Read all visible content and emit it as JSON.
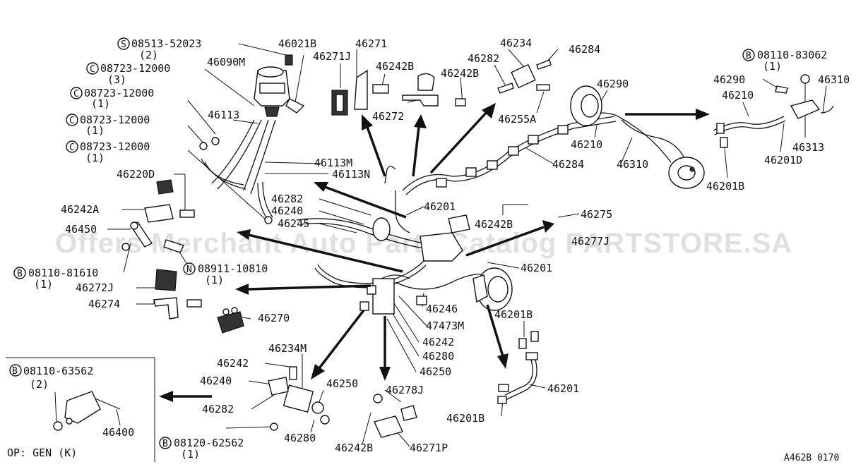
{
  "watermark": "Offers Merchant Auto Parts Catalog PARTSTORE.SA",
  "diagram_code": "A462B 0170",
  "inset": {
    "label_prefix": "B",
    "label": "08110-63562",
    "qty": "(2)",
    "part": "46400",
    "note": "OP: GEN (K)"
  },
  "labels": {
    "s08513": "08513-52023",
    "s08513_q": "(2)",
    "p46021B": "46021B",
    "p46271": "46271",
    "p46271J": "46271J",
    "p46242B_a": "46242B",
    "p46090M": "46090M",
    "c08723_a": "08723-12000",
    "c08723_a_q": "(3)",
    "c08723_b": "08723-12000",
    "c08723_b_q": "(1)",
    "c08723_c": "08723-12000",
    "c08723_c_q": "(1)",
    "c08723_d": "08723-12000",
    "c08723_d_q": "(1)",
    "p46113": "46113",
    "p46272": "46272",
    "p46234": "46234",
    "p46284_a": "46284",
    "p46282_a": "46282",
    "p46242B_b": "46242B",
    "p46255A": "46255A",
    "p46290_a": "46290",
    "p46210_a": "46210",
    "p46310_a": "46310",
    "p46284_b": "46284",
    "b08110_83062": "08110-83062",
    "b08110_83062_q": "(1)",
    "p46290_b": "46290",
    "p46310_b": "46310",
    "p46210_b": "46210",
    "p46313": "46313",
    "p46201D": "46201D",
    "p46201B_a": "46201B",
    "p46113M": "46113M",
    "p46113N": "46113N",
    "p46220D": "46220D",
    "p46242A": "46242A",
    "p46450": "46450",
    "p46282_b": "46282",
    "p46240_a": "46240",
    "p46245": "46245",
    "p46201_a": "46201",
    "p46242B_c": "46242B",
    "p46275": "46275",
    "p46277J": "46277J",
    "b08110_81610": "08110-81610",
    "b08110_81610_q": "(1)",
    "n08911": "08911-10810",
    "n08911_q": "(1)",
    "p46272J": "46272J",
    "p46274": "46274",
    "p46270": "46270",
    "p46201_b": "46201",
    "p46246": "46246",
    "p47473M": "47473M",
    "p46242_a": "46242",
    "p46280_a": "46280",
    "p46250_a": "46250",
    "p46201B_b": "46201B",
    "p46234M": "46234M",
    "p46242_b": "46242",
    "p46240_b": "46240",
    "p46282_c": "46282",
    "p46250_b": "46250",
    "p46278J": "46278J",
    "p46201_c": "46201",
    "p46201B_c": "46201B",
    "b08120": "08120-62562",
    "b08120_q": "(1)",
    "p46280_b": "46280",
    "p46242B_d": "46242B",
    "p46271P": "46271P"
  }
}
